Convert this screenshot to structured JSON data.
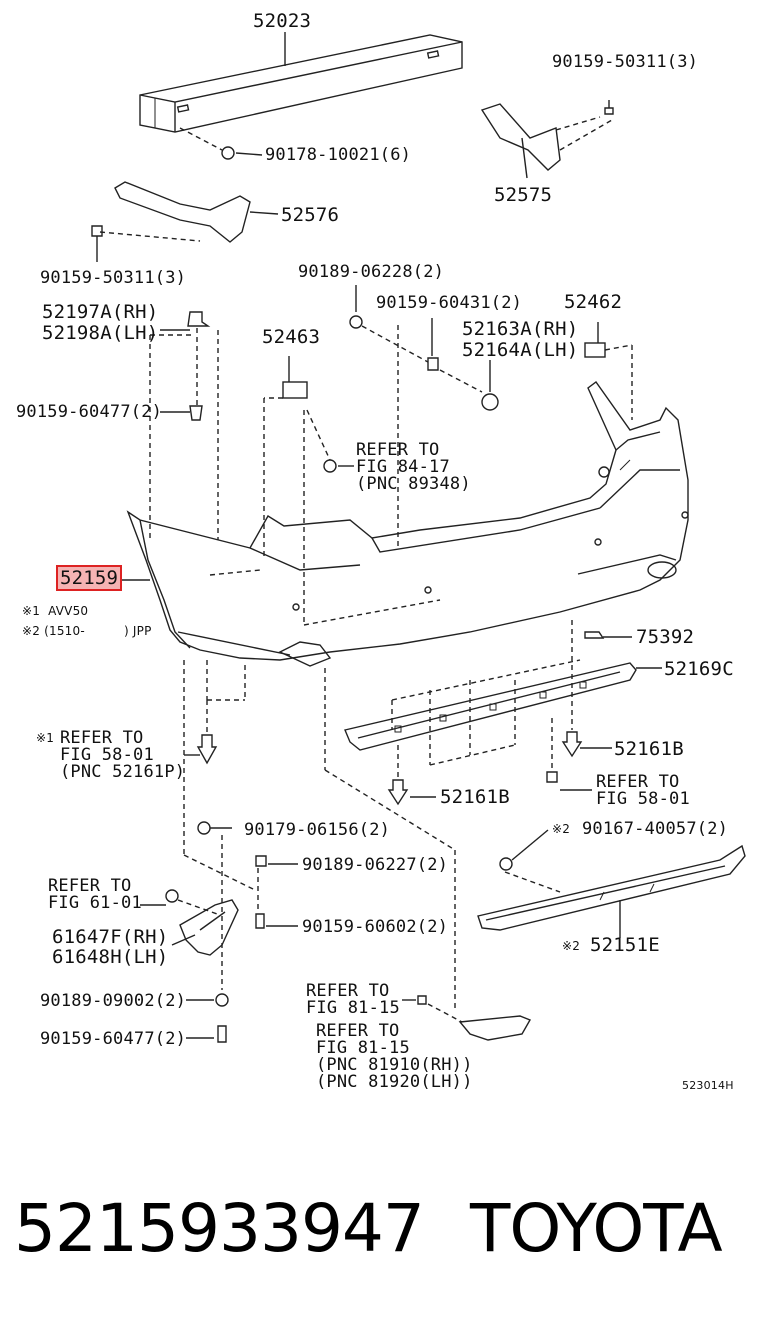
{
  "diagram": {
    "labels": [
      "52023",
      "90159-50311(3)",
      "90178-10021(6)",
      "52575",
      "52576",
      "90159-50311(3)",
      "90189-06228(2)",
      "52197A(RH)",
      "52198A(LH)",
      "90159-60431(2)",
      "52462",
      "52463",
      "52163A(RH)",
      "52164A(LH)",
      "90159-60477(2)",
      "REFER TO",
      "FIG 84-17",
      "(PNC 89348)",
      "52159",
      "※1  AVV50",
      "※2 (1510-",
      ") JPP",
      "75392",
      "52169C",
      "※1",
      "REFER TO",
      "FIG 58-01",
      "(PNC 52161P)",
      "52161B",
      "52161B",
      "REFER TO",
      "FIG 58-01",
      "90179-06156(2)",
      "※2",
      "90167-40057(2)",
      "90189-06227(2)",
      "REFER TO",
      "FIG 61-01",
      "90159-60602(2)",
      "61647F(RH)",
      "61648H(LH)",
      "※2",
      "52151E",
      "90189-09002(2)",
      "REFER TO",
      "FIG 81-15",
      "90159-60477(2)",
      "REFER TO",
      "FIG 81-15",
      "(PNC 81910(RH))",
      "(PNC 81920(LH))",
      "523014H"
    ],
    "highlighted_part": "52159"
  },
  "footer": {
    "part_number": "5215933947",
    "brand": "TOYOTA"
  }
}
